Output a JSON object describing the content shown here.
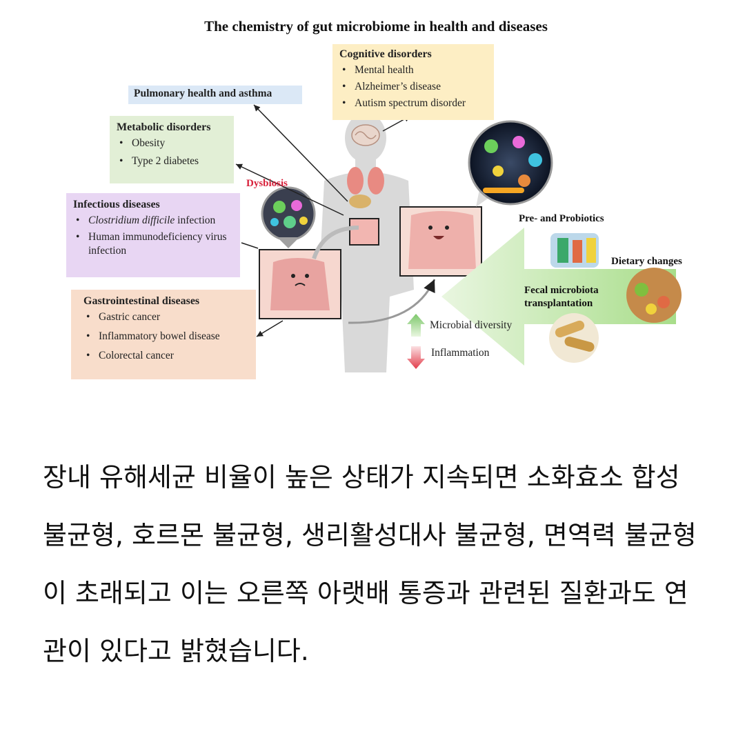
{
  "title": "The chemistry of gut microbiome in health and diseases",
  "boxes": {
    "cognitive": {
      "heading": "Cognitive disorders",
      "items": [
        "Mental health",
        "Alzheimer’s disease",
        "Autism spectrum disorder"
      ]
    },
    "pulmonary": {
      "heading": "Pulmonary health and asthma"
    },
    "metabolic": {
      "heading": "Metabolic disorders",
      "items": [
        "Obesity",
        "Type 2 diabetes"
      ]
    },
    "infectious": {
      "heading": "Infectious diseases",
      "items": [
        "Clostridium difficile",
        " infection",
        "Human immunodeficiency virus infection"
      ]
    },
    "gastro": {
      "heading": "Gastrointestinal diseases",
      "items": [
        "Gastric cancer",
        "Inflammatory bowel disease",
        "Colorectal cancer"
      ]
    }
  },
  "labels": {
    "dysbiosis": "Dysbiosis",
    "prebiotics": "Pre- and Probiotics",
    "dietary": "Dietary changes",
    "fecal_line1": "Fecal microbiota",
    "fecal_line2": "transplantation",
    "diversity": "Microbial diversity",
    "inflammation": "Inflammation"
  },
  "colors": {
    "cognitive_bg": "#fdeec4",
    "pulmonary_bg": "#dbe8f6",
    "metabolic_bg": "#e2efd6",
    "infectious_bg": "#e8d6f3",
    "gastro_bg": "#f8ddcb",
    "dysbiosis_text": "#d8203a",
    "up_arrow": "#8fcf7a",
    "down_arrow": "#e23b4a"
  },
  "caption": "장내 유해세균 비율이 높은 상태가 지속되면 소화효소 합성 불균형, 호르몬 불균형, 생리활성대사 불균형, 면역력 불균형이 초래되고 이는 오른쪽 아랫배 통증과 관련된 질환과도 연관이 있다고 밝혔습니다."
}
